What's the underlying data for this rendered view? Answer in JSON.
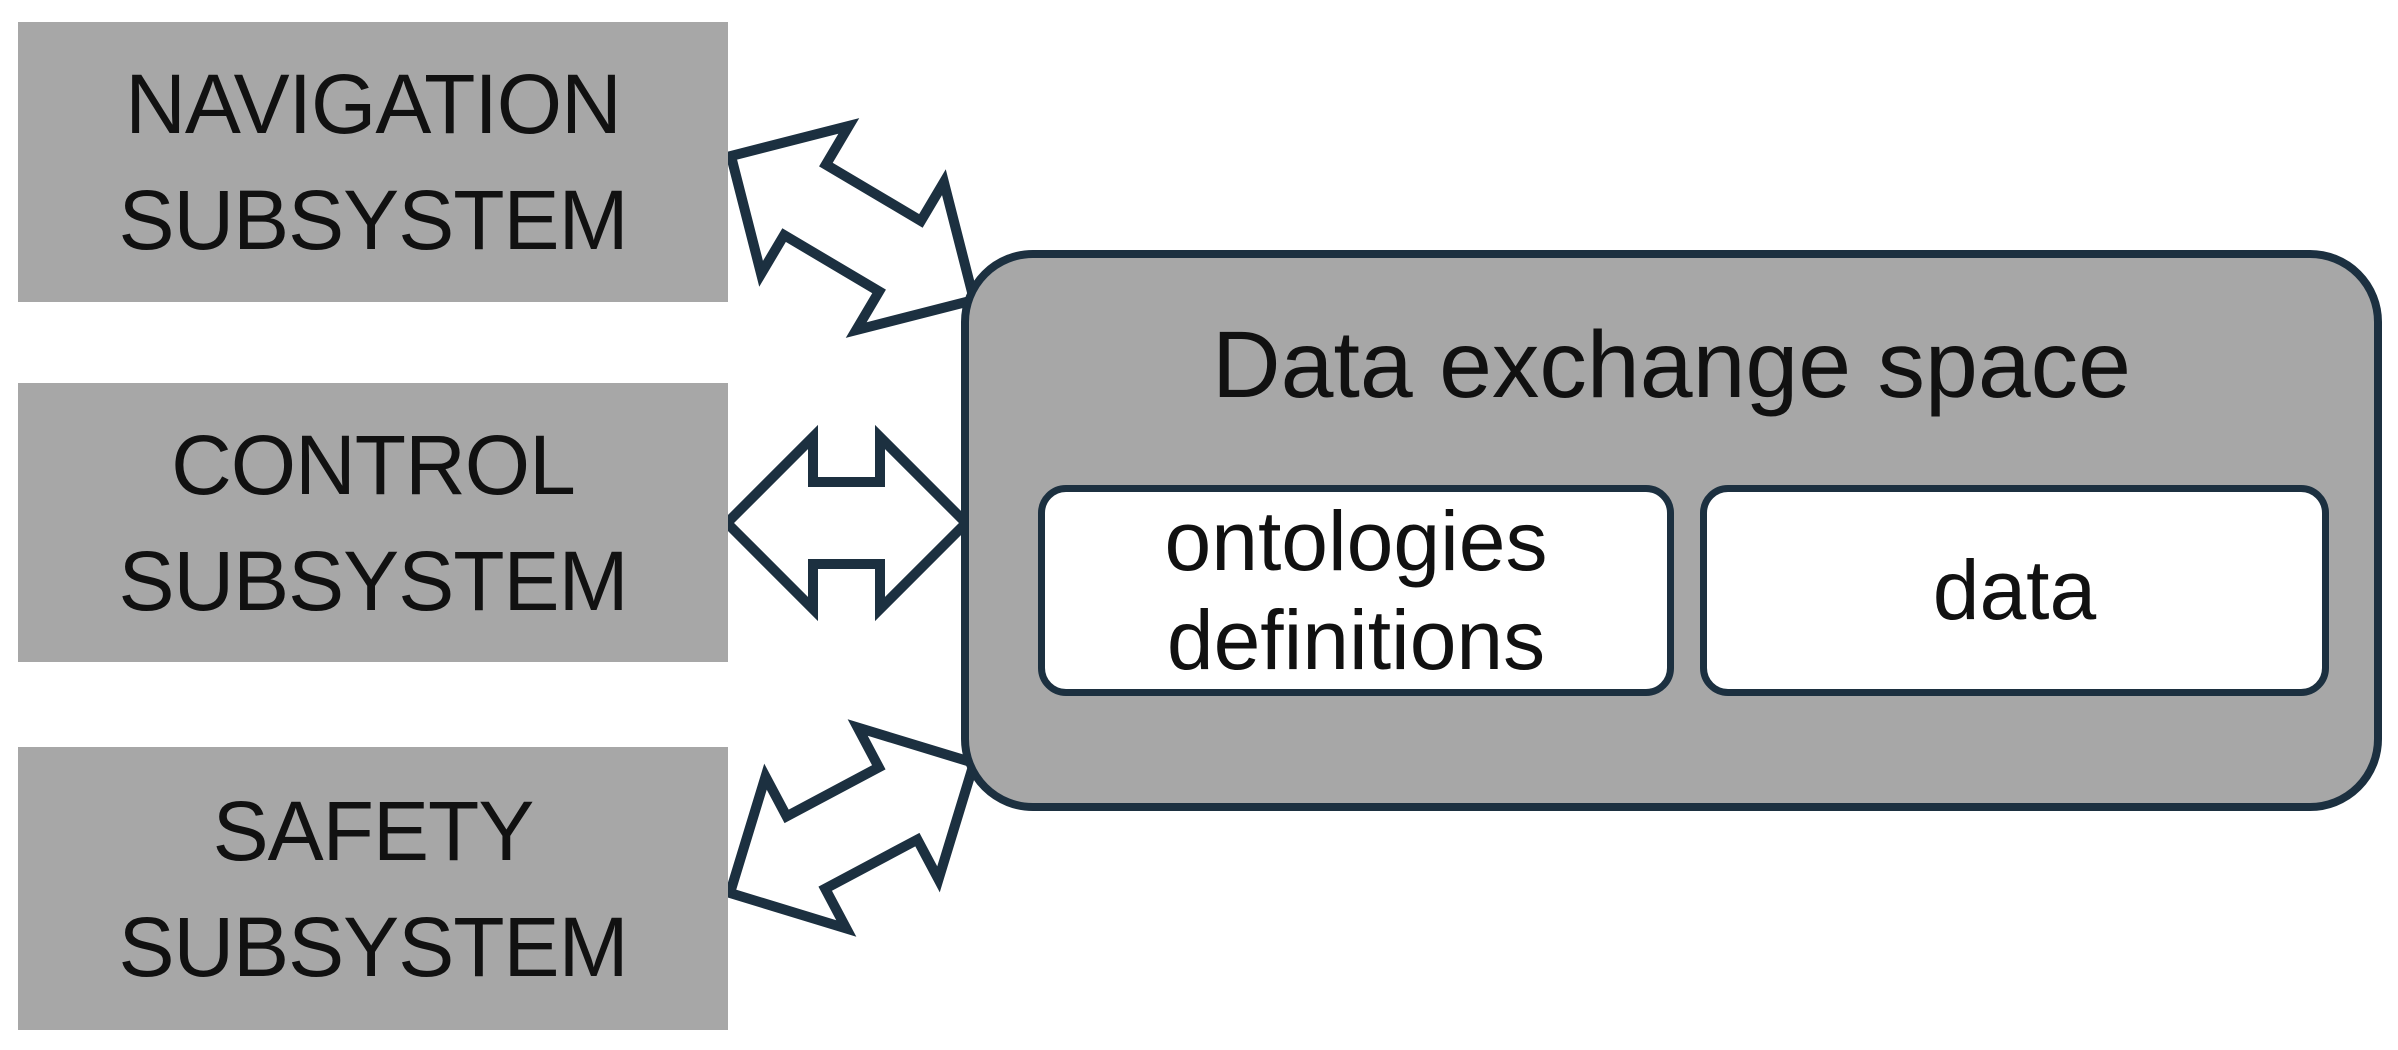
{
  "diagram": {
    "colors": {
      "background": "#ffffff",
      "box_fill": "#a7a7a7",
      "outline": "#1c3040",
      "inner_fill": "#ffffff",
      "text": "#111111"
    },
    "subsystems": [
      {
        "id": "navigation",
        "lines": [
          "NAVIGATION",
          "SUBSYSTEM"
        ]
      },
      {
        "id": "control",
        "lines": [
          "CONTROL",
          "SUBSYSTEM"
        ]
      },
      {
        "id": "safety",
        "lines": [
          "SAFETY",
          "SUBSYSTEM"
        ]
      }
    ],
    "exchange_space": {
      "title": "Data exchange space",
      "components": [
        {
          "id": "ontologies-definitions",
          "lines": [
            "ontologies",
            "definitions"
          ]
        },
        {
          "id": "data",
          "lines": [
            "data"
          ]
        }
      ]
    },
    "connections": [
      {
        "from": "NAVIGATION SUBSYSTEM",
        "to": "Data exchange space",
        "direction": "bidirectional"
      },
      {
        "from": "CONTROL SUBSYSTEM",
        "to": "Data exchange space",
        "direction": "bidirectional"
      },
      {
        "from": "SAFETY SUBSYSTEM",
        "to": "Data exchange space",
        "direction": "bidirectional"
      }
    ]
  }
}
